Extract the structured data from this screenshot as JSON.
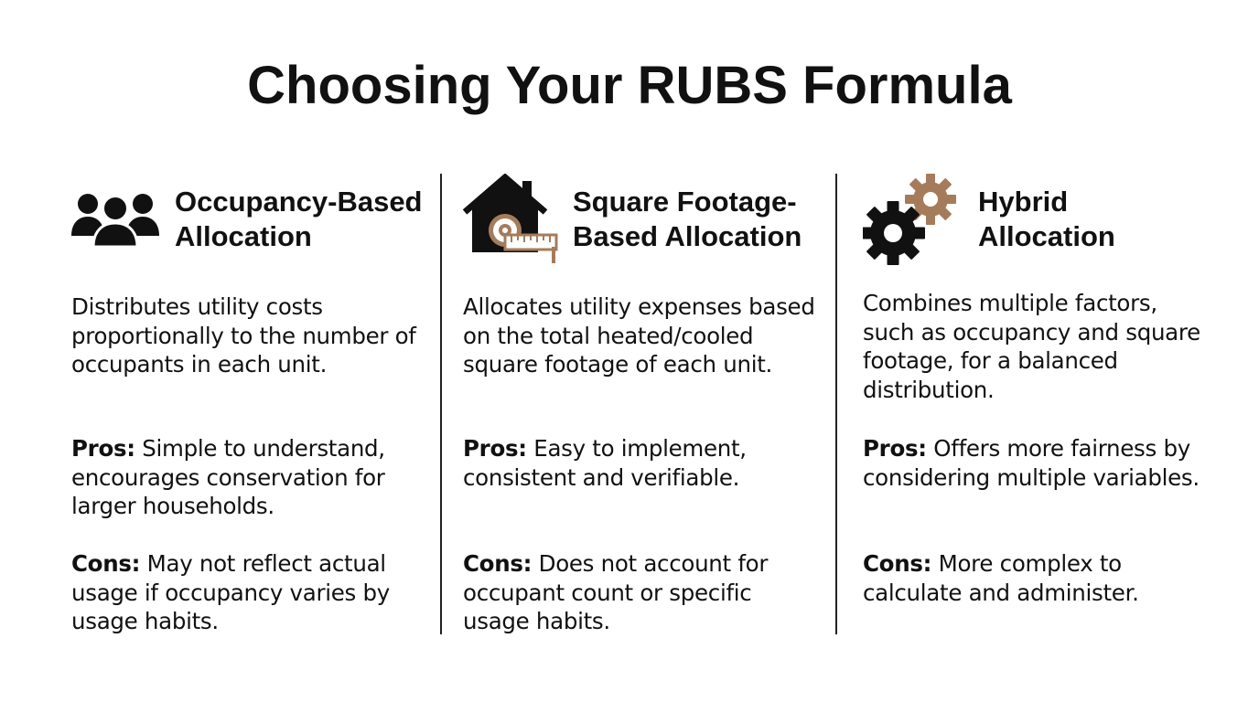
{
  "title": "Choosing Your RUBS Formula",
  "colors": {
    "text": "#111111",
    "accent": "#a57c5b",
    "divider": "#222222"
  },
  "columns": [
    {
      "icon": "people-group-icon",
      "title_line1": "Occupancy-Based",
      "title_line2": "Allocation",
      "description": "Distributes utility costs proportionally to the number of occupants in each unit.",
      "pros_label": "Pros:",
      "pros_text": "Simple to understand, encourages conservation for larger households.",
      "cons_label": "Cons:",
      "cons_text": "May not reflect actual usage if occupancy varies by usage habits."
    },
    {
      "icon": "house-measuring-tape-icon",
      "title_line1": "Square Footage-",
      "title_line2": "Based Allocation",
      "description": "Allocates utility expenses based on the total heated/cooled square footage of each unit.",
      "pros_label": "Pros:",
      "pros_text": "Easy to implement, consistent and verifiable.",
      "cons_label": "Cons:",
      "cons_text": "Does not account for occupant count or specific usage habits."
    },
    {
      "icon": "gears-icon",
      "title_line1": "Hybrid",
      "title_line2": "Allocation",
      "description": "Combines multiple factors, such as occupancy and square footage, for a balanced distribution.",
      "pros_label": "Pros:",
      "pros_text": "Offers more fairness by considering multiple variables.",
      "cons_label": "Cons:",
      "cons_text": "More complex to calculate and administer."
    }
  ]
}
